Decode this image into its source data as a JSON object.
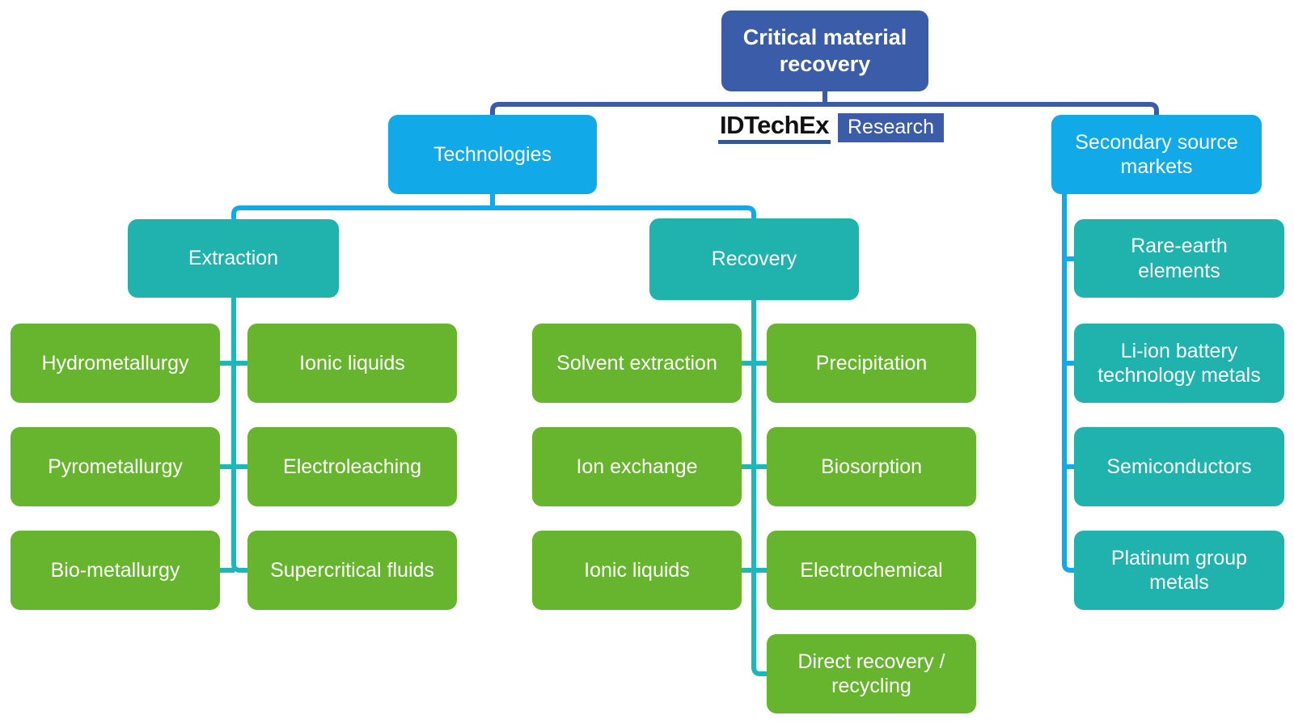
{
  "palette": {
    "dark_blue": "#3b5ca9",
    "cyan": "#12a9e8",
    "teal": "#20b2ac",
    "green": "#67b42f",
    "teal_line": "#1db6ba"
  },
  "root": {
    "title": "Critical material recovery"
  },
  "logo": {
    "brand": "IDTechEx",
    "division": "Research"
  },
  "tree": {
    "technologies": {
      "label": "Technologies",
      "extraction": {
        "label": "Extraction",
        "children": [
          "Hydrometallurgy",
          "Ionic liquids",
          "Pyrometallurgy",
          "Electroleaching",
          "Bio-metallurgy",
          "Supercritical fluids"
        ]
      },
      "recovery": {
        "label": "Recovery",
        "children": [
          "Solvent extraction",
          "Precipitation",
          "Ion exchange",
          "Biosorption",
          "Ionic liquids",
          "Electrochemical",
          "Direct recovery / recycling"
        ]
      }
    },
    "secondary_markets": {
      "label": "Secondary source markets",
      "children": [
        "Rare-earth elements",
        "Li-ion battery technology metals",
        "Semiconductors",
        "Platinum group metals"
      ]
    }
  }
}
